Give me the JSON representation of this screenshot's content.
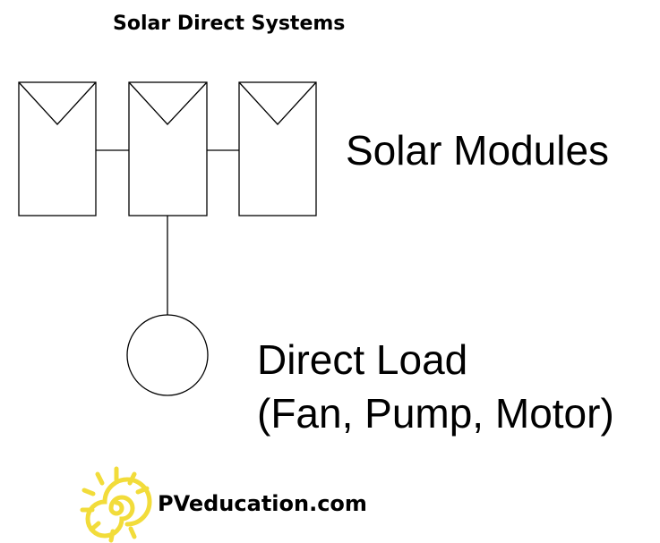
{
  "title": "Solar Direct Systems",
  "labels": {
    "modules": "Solar Modules",
    "load_line1": "Direct Load",
    "load_line2": "(Fan, Pump, Motor)"
  },
  "brand": {
    "text": "PVeducation.com",
    "logo_icon": "sun-spiral-icon",
    "logo_color": "#f2dc3a"
  },
  "diagram": {
    "modules_count": 3,
    "module_icon": "solar-panel-icon",
    "load_icon": "load-circle-icon",
    "line_color": "#000000"
  }
}
